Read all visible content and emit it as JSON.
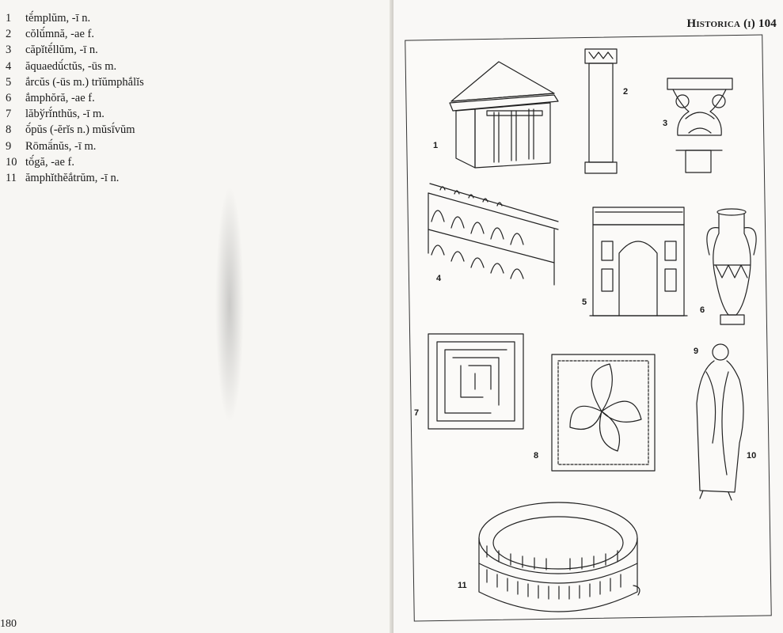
{
  "vocab": [
    {
      "num": "1",
      "text": "tĕ́mplŭm, -ī n."
    },
    {
      "num": "2",
      "text": "cŏlŭ́mnă, -ae f."
    },
    {
      "num": "3",
      "text": "căpĭtĕ́llŭm, -ī n."
    },
    {
      "num": "4",
      "text": "ăquaedŭ́ctŭs, -ūs m."
    },
    {
      "num": "5",
      "text": "ắrcŭs (-ūs m.) trĭŭmphắlĭs"
    },
    {
      "num": "6",
      "text": "ắmphŏră, -ae f."
    },
    {
      "num": "7",
      "text": "lăbўrĭ́nthŭs, -ī m."
    },
    {
      "num": "8",
      "text": "ŏ́pŭs (-ĕrĭs n.) mŭsī́vŭm"
    },
    {
      "num": "9",
      "text": "Rōmā́nŭs, -ī m."
    },
    {
      "num": "10",
      "text": "tŏ́gă, -ae f."
    },
    {
      "num": "11",
      "text": "ămphĭthĕắtrŭm, -ī n."
    }
  ],
  "left_page_number": "180",
  "header": "Historica (i) 104",
  "figure_labels": [
    "1",
    "2",
    "3",
    "4",
    "5",
    "6",
    "7",
    "8",
    "9",
    "10",
    "11"
  ]
}
